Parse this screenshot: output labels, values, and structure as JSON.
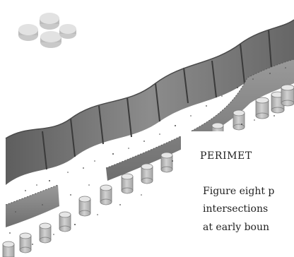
{
  "caption": {
    "title": "PERIMET",
    "lines": [
      "Figure eight p",
      "intersections",
      "at early boun"
    ]
  },
  "palette": {
    "wall_dark": "#6b6b6b",
    "wall_mid": "#8a8a8a",
    "stone_light": "#d6d6d6",
    "cylinder": "#bdbdbd",
    "cylinder_top": "#e4e4e4",
    "speckle": "#4a4a4a",
    "background": "#ffffff"
  }
}
